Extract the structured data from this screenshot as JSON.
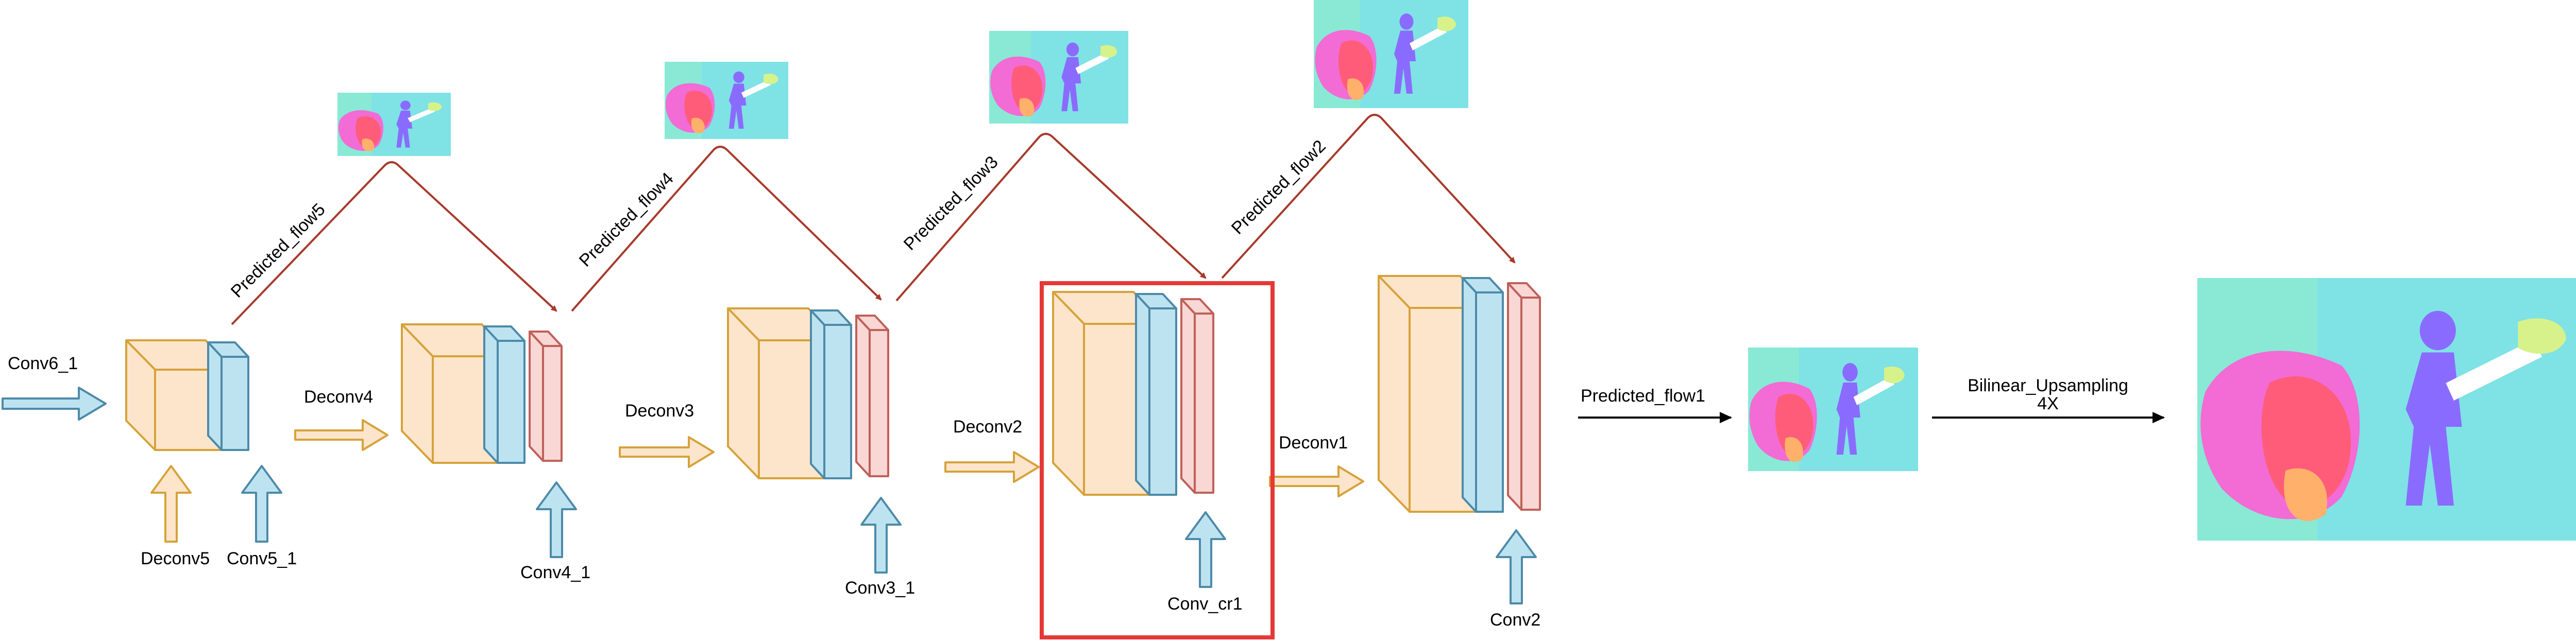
{
  "diagram": {
    "input_label": "Conv6_1",
    "stage_labels": [
      "Deconv4",
      "Deconv3",
      "Deconv2",
      "Deconv1"
    ],
    "bottom_labels": [
      "Deconv5",
      "Conv5_1",
      "Conv4_1",
      "Conv3_1",
      "Conv_cr1",
      "Conv2"
    ],
    "flow_labels": [
      "Predicted_flow5",
      "Predicted_flow4",
      "Predicted_flow3",
      "Predicted_flow2"
    ],
    "output_flow_label": "Predicted_flow1",
    "upsampling_label": "Bilinear_Upsampling",
    "upsampling_factor": "4X",
    "highlighted_block": "Conv_cr1",
    "colors": {
      "orange_fill": "#fde5cc",
      "orange_stroke": "#d6a23a",
      "blue_fill": "#bde3f1",
      "blue_stroke": "#4d8aa8",
      "red_fill": "#f8d7d4",
      "red_stroke": "#c0605a",
      "flow_arrow": "#a83a2c",
      "highlight_box": "#e53935",
      "flow_image_background": "#5de8d8"
    }
  }
}
